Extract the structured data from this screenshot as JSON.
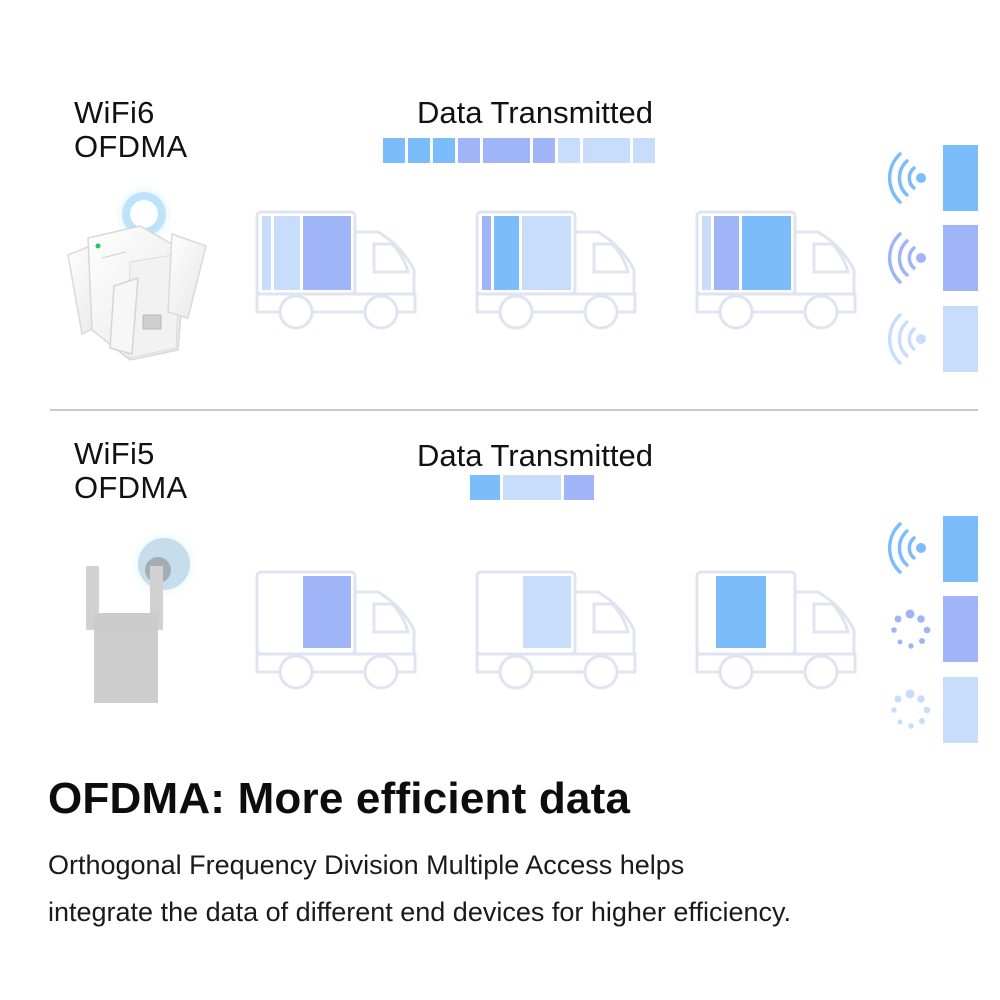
{
  "wifi6": {
    "line1": "WiFi6",
    "line2": "OFDMA",
    "data_title": "Data Transmitted"
  },
  "wifi5": {
    "line1": "WiFi5",
    "line2": "OFDMA",
    "data_title": "Data Transmitted"
  },
  "headline": "OFDMA: More efficient data",
  "description": {
    "line1": "Orthogonal Frequency Division Multiple Access helps",
    "line2": "integrate the data of different end devices for higher efficiency."
  },
  "colors": {
    "blue": "#7bbdfa",
    "periwinkle": "#9fb5f8",
    "pale": "#c7ddfb",
    "truck_outline": "#dfe5f0"
  }
}
